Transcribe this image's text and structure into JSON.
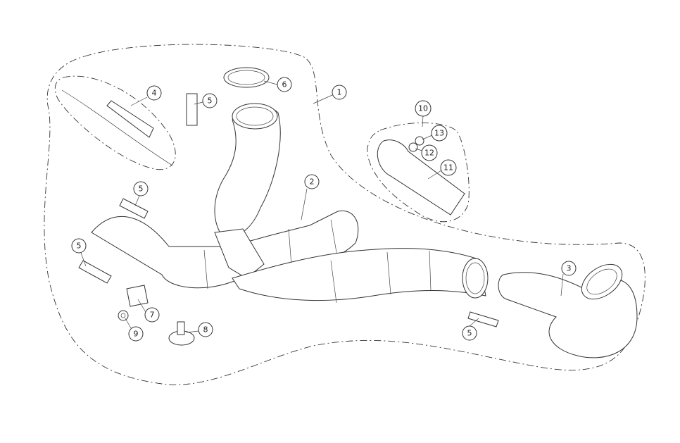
{
  "diagram": {
    "type": "exploded-parts-view",
    "callouts": [
      {
        "id": "c1",
        "label": "1"
      },
      {
        "id": "c2",
        "label": "2"
      },
      {
        "id": "c3",
        "label": "3"
      },
      {
        "id": "c4",
        "label": "4"
      },
      {
        "id": "c5a",
        "label": "5"
      },
      {
        "id": "c5b",
        "label": "5"
      },
      {
        "id": "c5c",
        "label": "5"
      },
      {
        "id": "c5d",
        "label": "5"
      },
      {
        "id": "c6",
        "label": "6"
      },
      {
        "id": "c7",
        "label": "7"
      },
      {
        "id": "c8",
        "label": "8"
      },
      {
        "id": "c9",
        "label": "9"
      },
      {
        "id": "c10",
        "label": "10"
      },
      {
        "id": "c11",
        "label": "11"
      },
      {
        "id": "c12",
        "label": "12"
      },
      {
        "id": "c13",
        "label": "13"
      }
    ]
  }
}
